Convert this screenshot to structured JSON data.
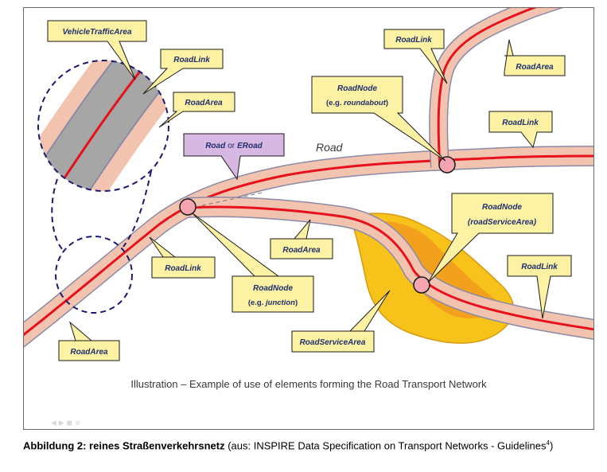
{
  "diagram": {
    "road_word": "Road",
    "illustration_caption": "Illustration – Example of use of elements forming the Road Transport Network",
    "callouts": {
      "vehicle_traffic_area": "VehicleTrafficArea",
      "roadlink_zoom": "RoadLink",
      "roadarea_zoom": "RoadArea",
      "roadlink_top": "RoadLink",
      "roadarea_top_right": "RoadArea",
      "roadnode_roundabout_title": "RoadNode",
      "roadnode_roundabout_sub_prefix": "(e.g. ",
      "roadnode_roundabout_sub_term": "roundabout",
      "roadnode_roundabout_sub_suffix": ")",
      "roadlink_right": "RoadLink",
      "road_or_eroad_a": "Road",
      "road_or_eroad_or": "or",
      "road_or_eroad_b": "ERoad",
      "roadnode_service_title": "RoadNode",
      "roadnode_service_sub": "(roadServiceArea)",
      "roadarea_center": "RoadArea",
      "roadlink_left": "RoadLink",
      "roadnode_junction_title": "RoadNode",
      "roadnode_junction_sub_prefix": "(e.g. ",
      "roadnode_junction_sub_term": "junction",
      "roadnode_junction_sub_suffix": ")",
      "roadlink_lower_right": "RoadLink",
      "roadarea_bottom_left": "RoadArea",
      "road_service_area": "RoadServiceArea"
    }
  },
  "caption": {
    "bold": "Abbildung 2: reines Straßenverkehrsnetz",
    "text": " (aus: INSPIRE Data Specification on Transport Networks - Guidelines",
    "footnote": "4",
    "close": ")"
  },
  "colors": {
    "road_fill": "#f2c4b0",
    "road_edge": "#8a8aa8",
    "link_red": "#e8101a",
    "callout_fill": "#fdf1a3",
    "callout_stroke": "#1a1a1a",
    "purple_callout": "#d7b8e2",
    "service_area": "#f7c31b",
    "node_pink": "#f4a3b0",
    "zoom_circle": "#1a1a6e",
    "vehicle_area_gray": "#a6a6a6"
  },
  "icons": [
    "player-controls-icon"
  ]
}
